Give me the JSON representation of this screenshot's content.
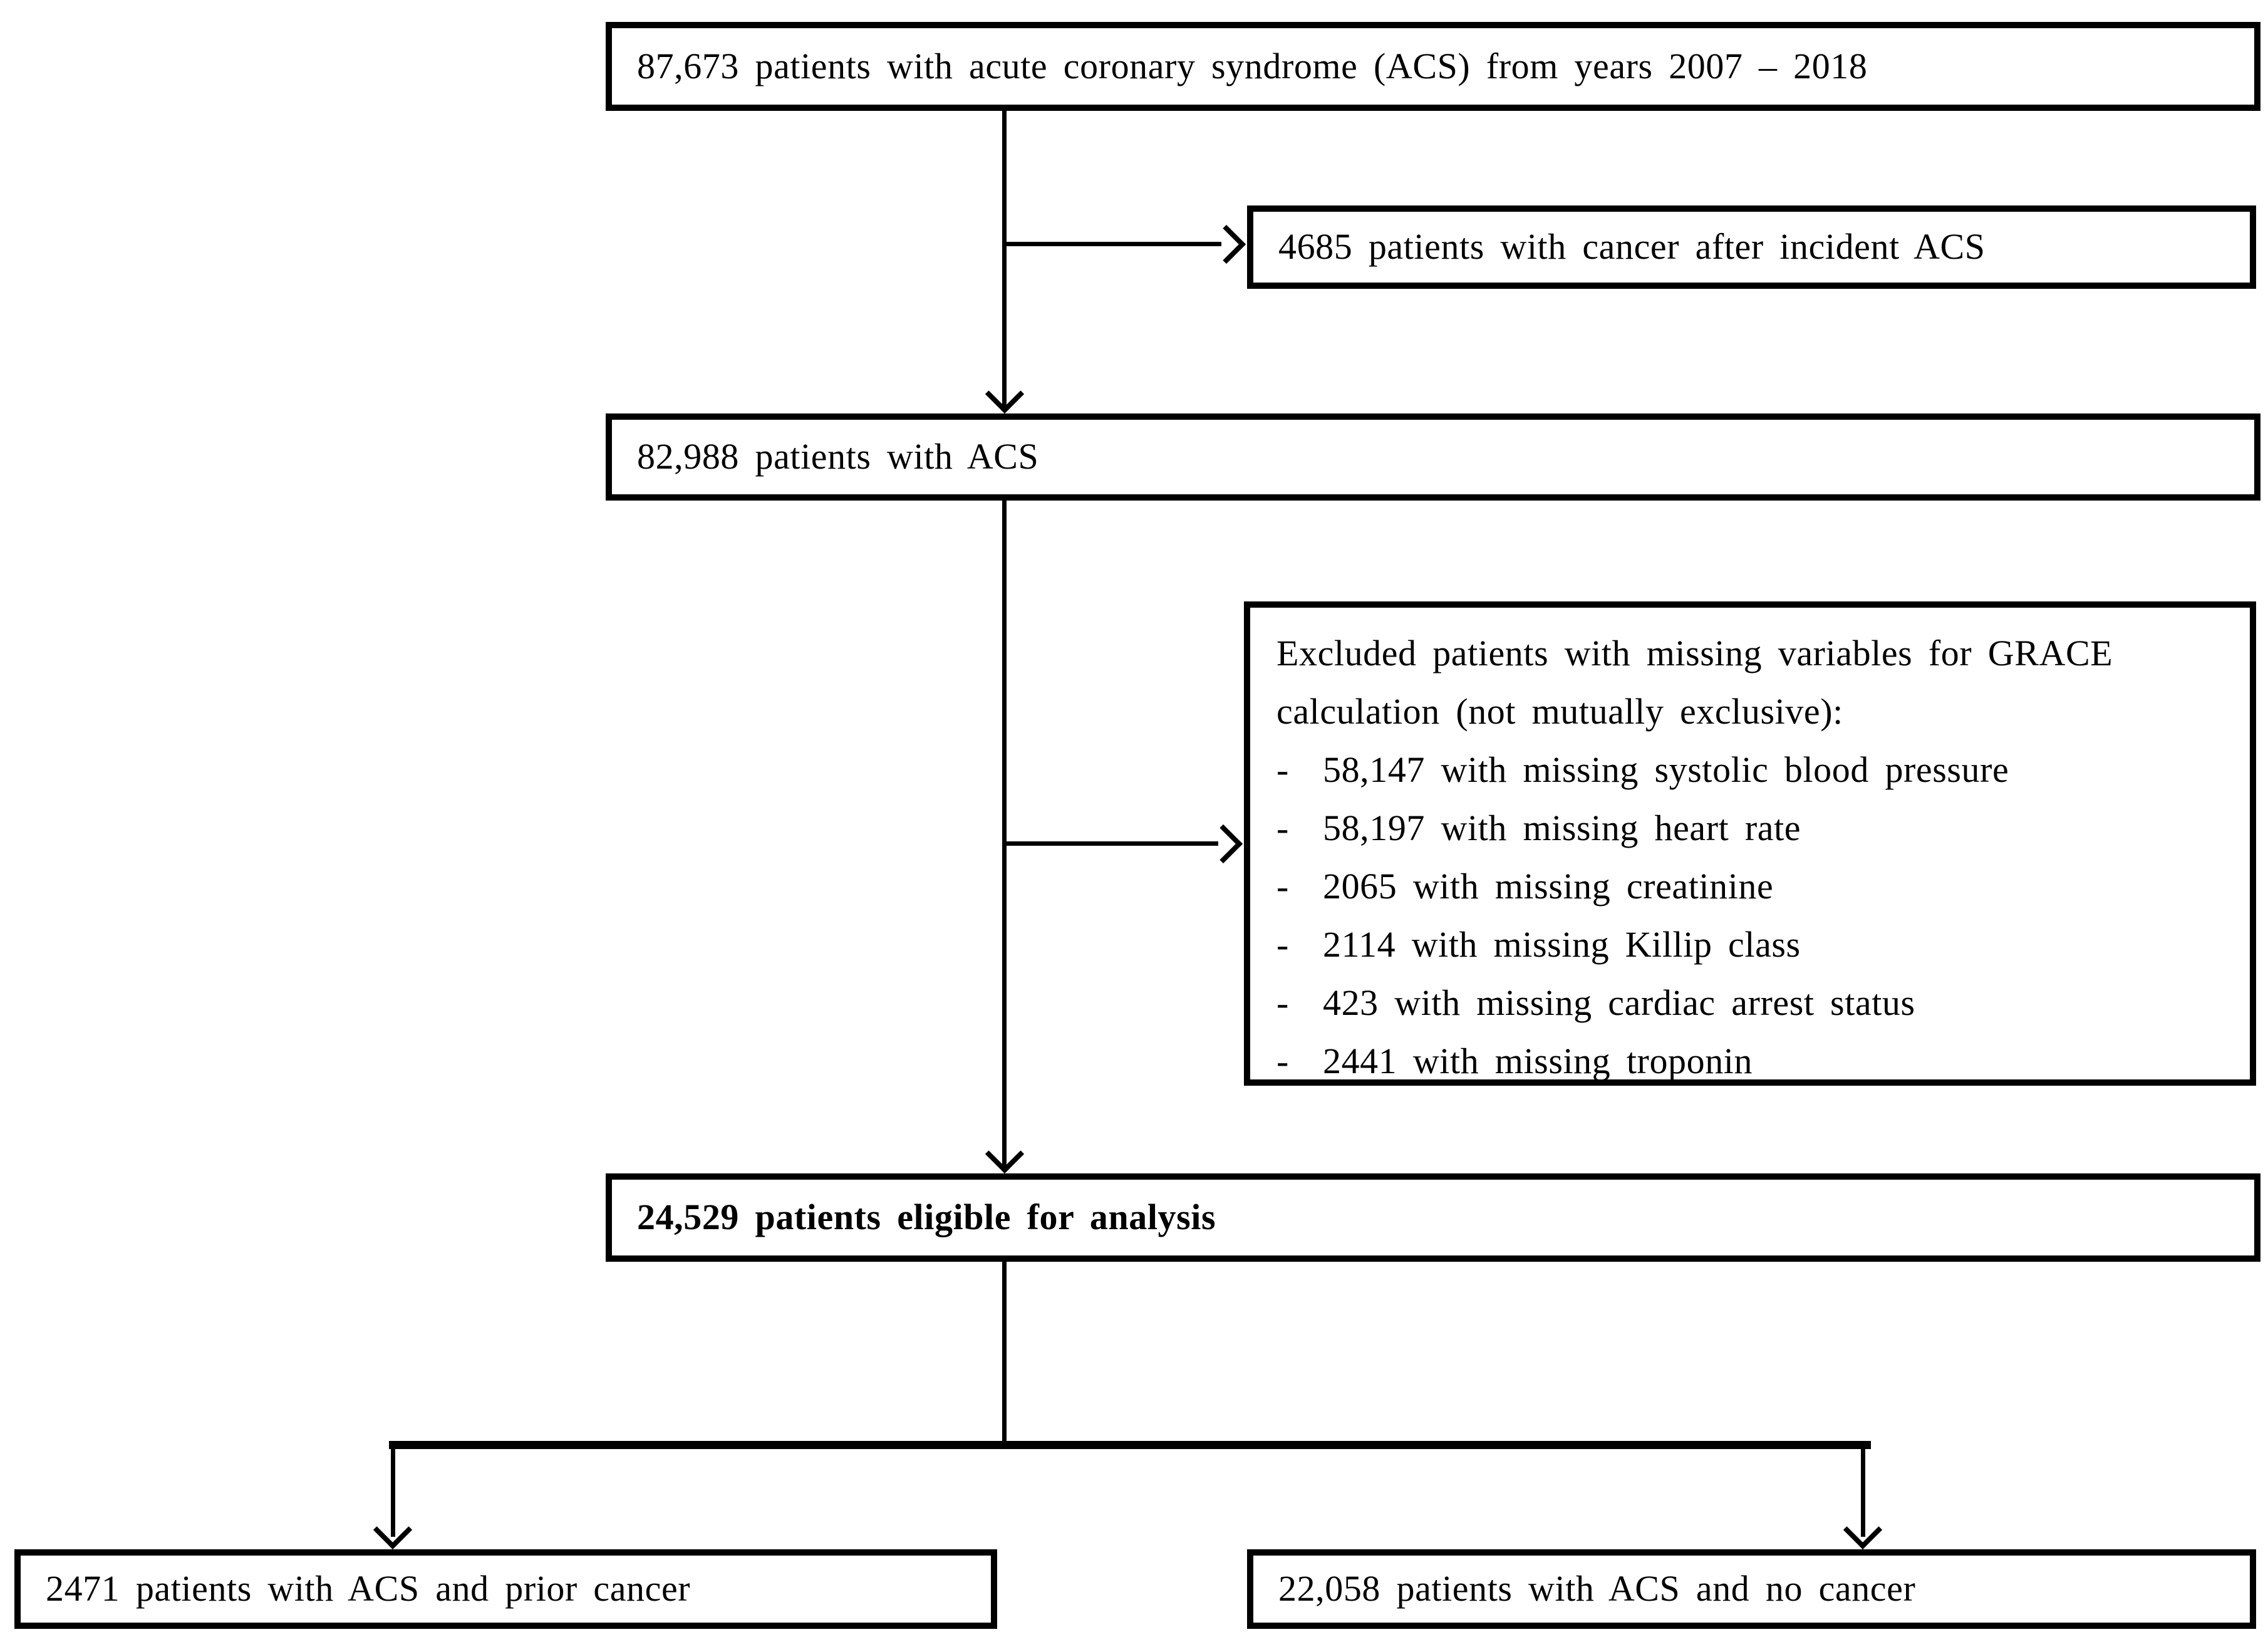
{
  "diagram": {
    "type": "patient-flowchart",
    "colors": {
      "background": "#ffffff",
      "box_border": "#000000",
      "line": "#000000",
      "text": "#000000"
    },
    "boxes": {
      "total": {
        "text": "87,673 patients with acute coronary syndrome  (ACS) from years 2007 – 2018"
      },
      "cancer_after": {
        "text": "4685 patients with cancer after incident ACS"
      },
      "acs": {
        "text": "82,988 patients with ACS"
      },
      "excluded": {
        "title": "Excluded patients with missing variables for GRACE calculation (not mutually exclusive):",
        "bullet": "-",
        "items": [
          "58,147 with missing systolic blood pressure",
          "58,197 with missing heart rate",
          "2065 with missing creatinine",
          "2114 with missing Killip class",
          "423 with missing cardiac arrest status",
          "2441 with missing troponin"
        ]
      },
      "eligible": {
        "text": "24,529 patients eligible for analysis"
      },
      "prior_cancer": {
        "text": "2471 patients with ACS and prior cancer"
      },
      "no_cancer": {
        "text": "22,058 patients with ACS and no cancer"
      }
    }
  }
}
